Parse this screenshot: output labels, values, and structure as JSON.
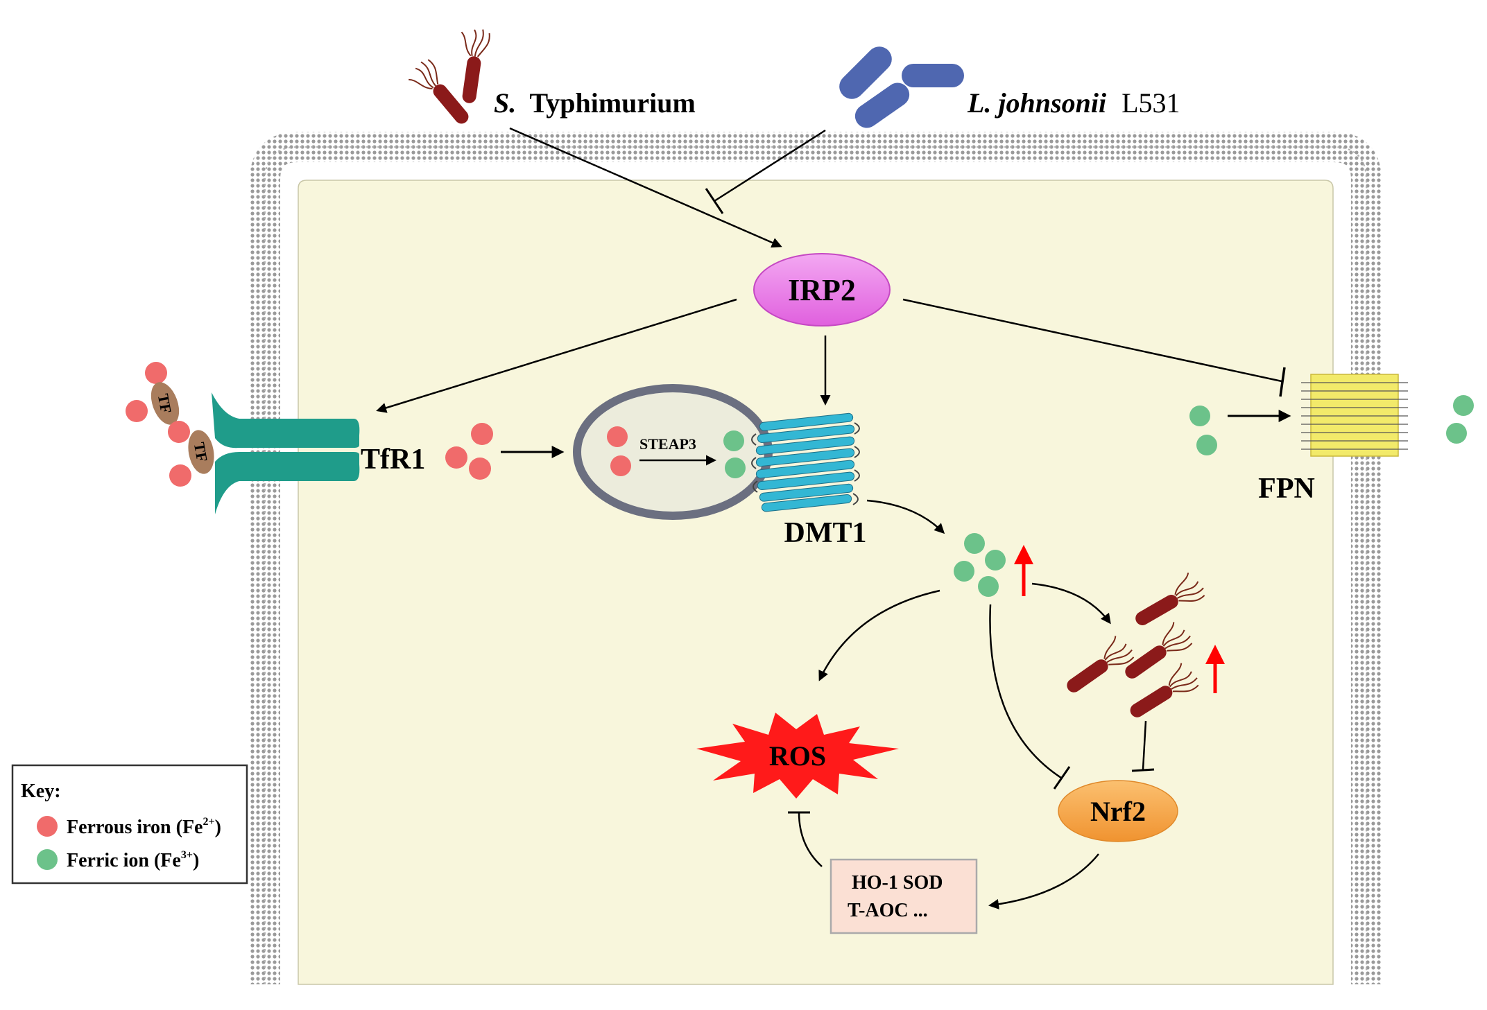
{
  "labels": {
    "salmonella_italic": "S.",
    "salmonella_rest": "Typhimurium",
    "lactobacillus_italic": "L. johnsonii",
    "lactobacillus_strain": "L531",
    "irp2": "IRP2",
    "tfr1": "TfR1",
    "tf": "TF",
    "steap3": "STEAP3",
    "dmt1": "DMT1",
    "fpn": "FPN",
    "ros": "ROS",
    "nrf2": "Nrf2",
    "antioxidant_line1": "HO-1   SOD",
    "antioxidant_line2": "T-AOC ..."
  },
  "key": {
    "title": "Key:",
    "ferrous_text": "Ferrous iron (Fe",
    "ferrous_sup": "2+",
    "ferric_text": "Ferric ion   (Fe",
    "ferric_sup": "3+"
  },
  "colors": {
    "cytoplasm": "#f8f6dc",
    "membrane": "#9a9a9a",
    "ferrous": "#f06b6b",
    "ferric": "#6cc28a",
    "receptor": "#1f9c8a",
    "irp2": "#e778e6",
    "nrf2": "#f5a640",
    "ros": "#ff1a1a",
    "dmt1": "#33b7d4",
    "fpn": "#f2ea6a",
    "bacteria_red": "#8b1a1a",
    "bacteria_blue": "#4f67b0",
    "up_arrow": "#ff0000"
  }
}
